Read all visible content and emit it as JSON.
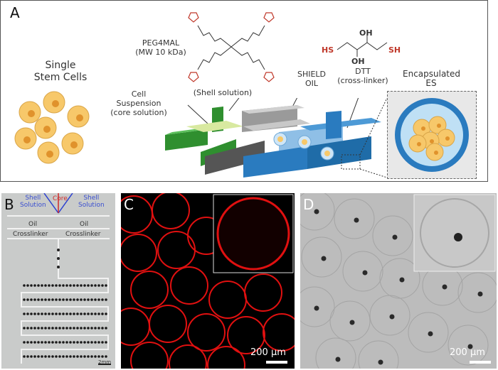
{
  "panel_a": {
    "letter": "A",
    "single_stem_cells": [
      "Single",
      "Stem Cells"
    ],
    "peg_label": [
      "PEG4MAL",
      "(MW 10 kDa)"
    ],
    "shell_solution": "(Shell solution)",
    "cell_suspension": [
      "Cell",
      "Suspension",
      "(core solution)"
    ],
    "shield_oil": [
      "SHIELD",
      "OIL"
    ],
    "dtt_label": [
      "DTT",
      "(cross-linker)"
    ],
    "encapsulated": [
      "Encapsulated",
      "ES"
    ],
    "chem": {
      "oh1": "OH",
      "oh2": "OH",
      "hs": "HS",
      "sh": "SH"
    },
    "colors": {
      "cell": "#f7c86a",
      "nucleus": "#e0922c",
      "thiol": "#c0392b",
      "green": "#2f8f2f",
      "blue": "#2a7bbf",
      "gray": "#8a8a8a"
    }
  },
  "panel_b": {
    "letter": "B",
    "shell_left": [
      "Shell",
      "Solution"
    ],
    "core": "Core",
    "shell_right": [
      "Shell",
      "Solution"
    ],
    "oil_left": "Oil",
    "oil_right": "Oil",
    "crosslinker_left": "Crosslinker",
    "crosslinker_right": "Crosslinker",
    "scale": "2mm"
  },
  "panel_c": {
    "letter": "C",
    "scale": "200 µm",
    "ring_color": "#e01010"
  },
  "panel_d": {
    "letter": "D",
    "scale": "200 µm"
  }
}
